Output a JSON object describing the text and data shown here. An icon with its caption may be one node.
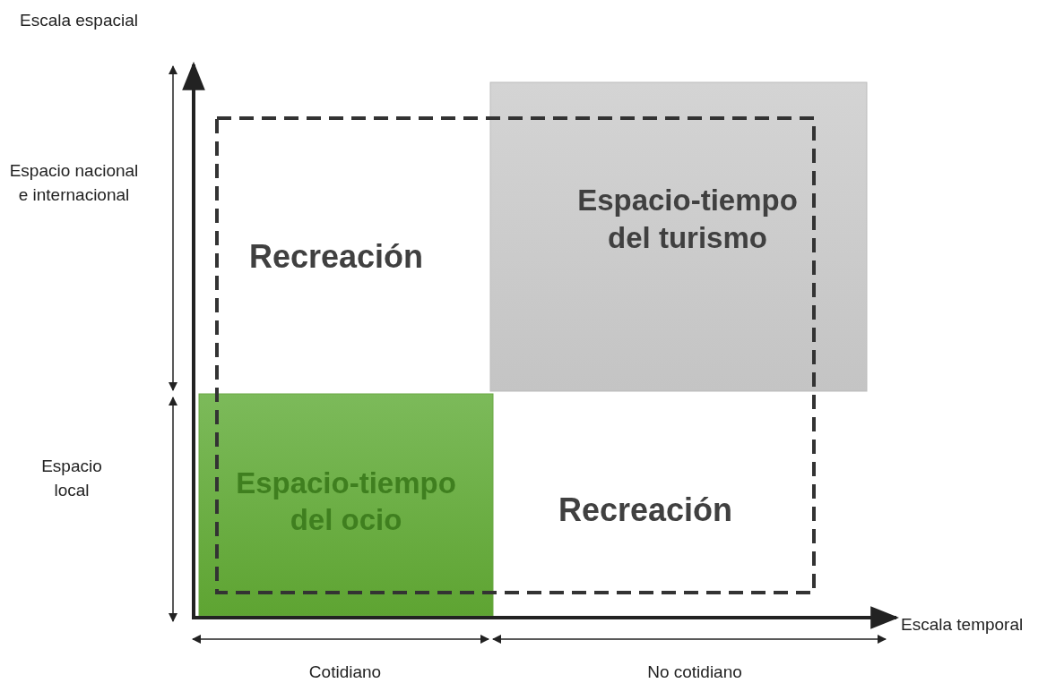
{
  "diagram": {
    "nodes": [
      {
        "text": [
          "Espacio-tiempo del turismo"
        ]
      },
      {
        "text": [
          "Espacio-tiempo del ocio"
        ]
      }
    ],
    "edges": [],
    "labels": [
      "Escala espacial",
      "Espacio nacional e internacional",
      "Recreación",
      "Espacio local",
      "Recreación",
      "Escala temporal",
      "Cotidiano",
      "No cotidiano"
    ]
  }
}
